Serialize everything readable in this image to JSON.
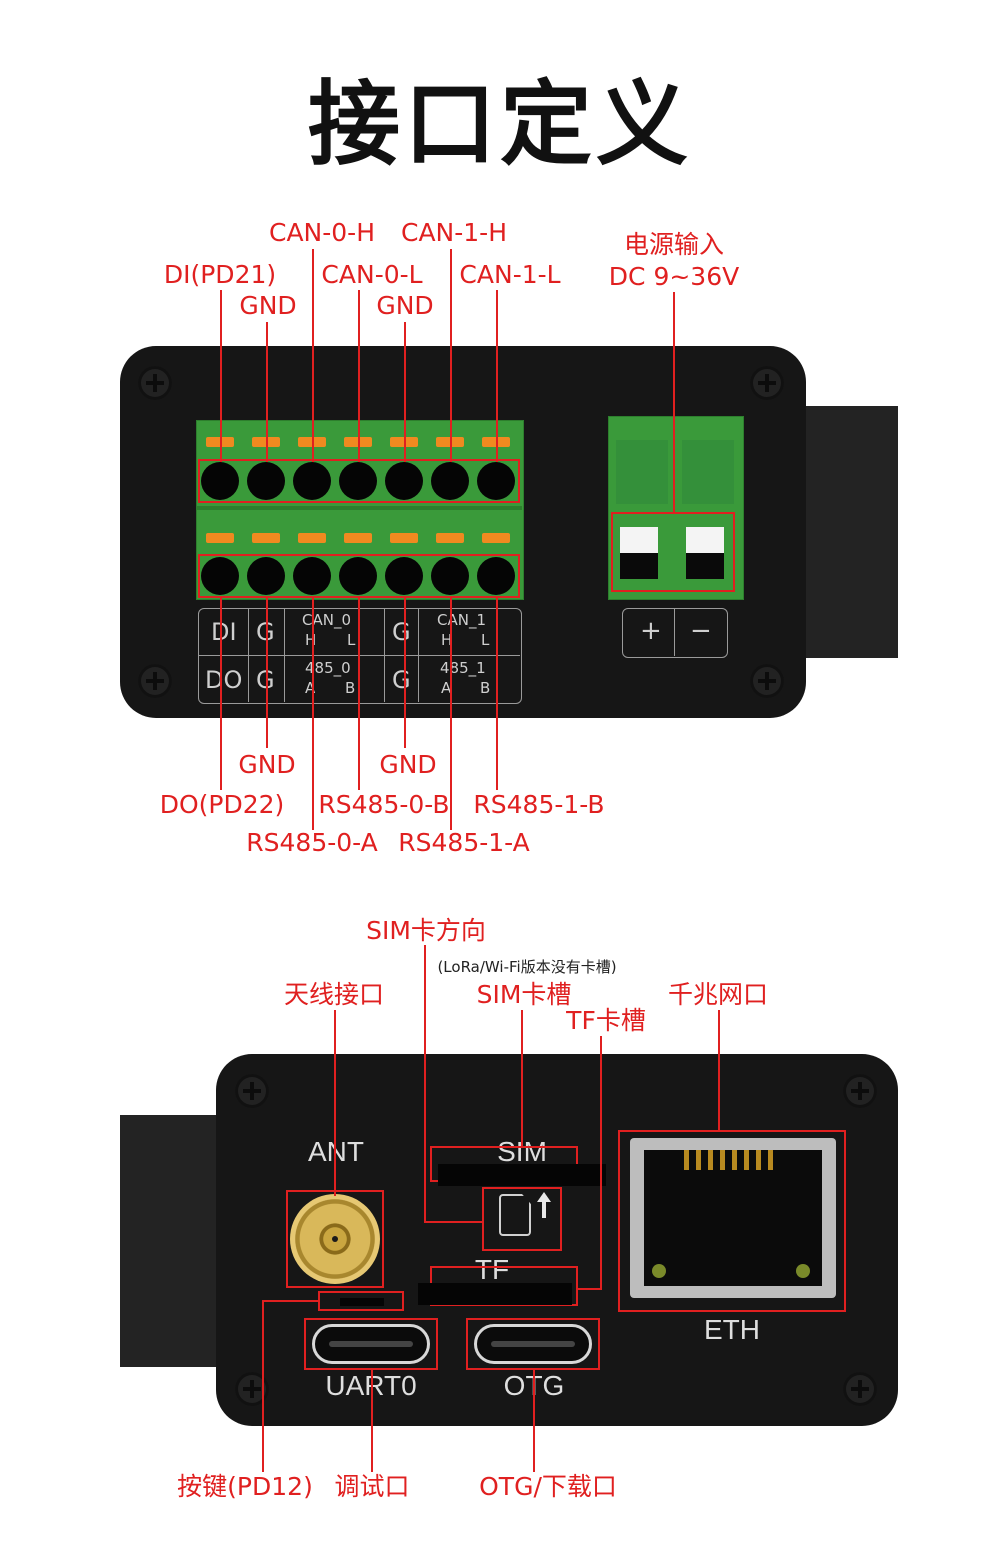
{
  "title": "接口定义",
  "top_panel": {
    "top_labels": {
      "di": "DI(PD21)",
      "gnd1": "GND",
      "can0h": "CAN-0-H",
      "can0l": "CAN-0-L",
      "gnd2": "GND",
      "can1h": "CAN-1-H",
      "can1l": "CAN-1-L",
      "power_line1": "电源输入",
      "power_line2": "DC 9~36V"
    },
    "bottom_labels": {
      "gnd1": "GND",
      "gnd2": "GND",
      "do": "DO(PD22)",
      "rs485_0_b": "RS485-0-B",
      "rs485_1_b": "RS485-1-B",
      "rs485_0_a": "RS485-0-A",
      "rs485_1_a": "RS485-1-A"
    },
    "silkscreen": {
      "di": "DI",
      "g": "G",
      "can0": "CAN_0",
      "can1": "CAN_1",
      "h": "H",
      "l": "L",
      "do": "DO",
      "r485_0": "485_0",
      "r485_1": "485_1",
      "a": "A",
      "b": "B",
      "plus": "+",
      "minus": "−"
    }
  },
  "bottom_panel": {
    "labels": {
      "sim_direction": "SIM卡方向",
      "sim_note": "(LoRa/Wi-Fi版本没有卡槽)",
      "antenna": "天线接口",
      "sim_slot": "SIM卡槽",
      "tf_slot": "TF卡槽",
      "ethernet": "千兆网口",
      "button": "按键(PD12)",
      "debug": "调试口",
      "otg": "OTG/下载口"
    },
    "silkscreen": {
      "ant": "ANT",
      "sim": "SIM",
      "tf": "TF",
      "eth": "ETH",
      "uart0": "UART0",
      "otg": "OTG"
    }
  },
  "colors": {
    "annotation": "#e02020",
    "terminal_green": "#3a9a3a",
    "lever_orange": "#f08a20",
    "device_body": "#161616"
  }
}
